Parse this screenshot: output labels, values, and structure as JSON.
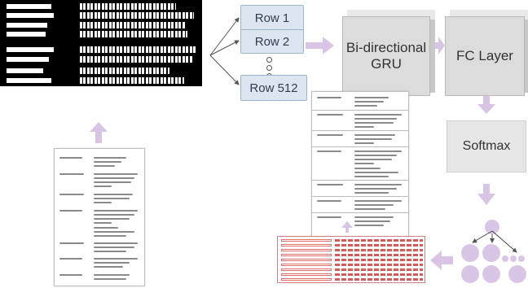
{
  "rows": {
    "row1": "Row 1",
    "row2": "Row 2",
    "row512": "Row 512"
  },
  "gru": {
    "line1": "Bi-directional",
    "line2": "GRU"
  },
  "fc": "FC Layer",
  "softmax": "Softmax",
  "colors": {
    "arrow_fill": "#d8c4e5",
    "box_fill": "#dde6f0",
    "box_border": "#9fb3c8",
    "circle_fill": "#d9c6e6",
    "annotation_red": "#d65a5a"
  }
}
